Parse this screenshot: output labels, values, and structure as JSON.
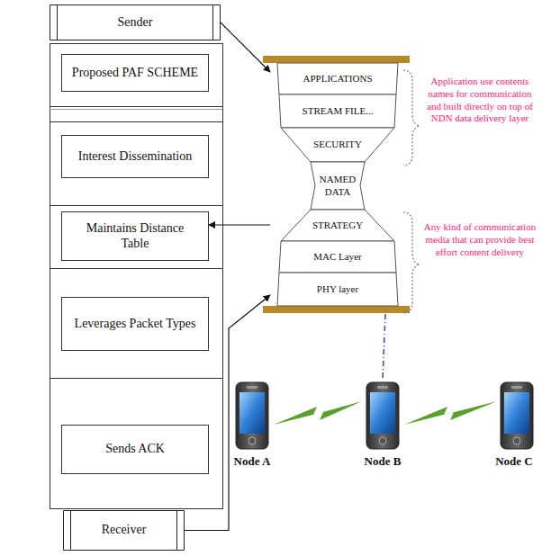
{
  "diagram": {
    "nodes": [
      {
        "text": [
          "Sender"
        ]
      },
      {
        "text": [
          "Proposed PAF SCHEME"
        ]
      },
      {
        "text": [
          "Interest Dissemination"
        ]
      },
      {
        "text": [
          "Maintains Distance Table"
        ]
      },
      {
        "text": [
          "Leverages Packet Types"
        ]
      },
      {
        "text": [
          "Sends ACK"
        ]
      },
      {
        "text": [
          "Receiver"
        ]
      },
      {
        "text": [
          "APPLICATIONS"
        ]
      },
      {
        "text": [
          "STREAM FILE..."
        ]
      },
      {
        "text": [
          "SECURITY"
        ]
      },
      {
        "text": [
          "NAMED DATA"
        ]
      },
      {
        "text": [
          "STRATEGY"
        ]
      },
      {
        "text": [
          "MAC Layer"
        ]
      },
      {
        "text": [
          "PHY layer"
        ]
      }
    ],
    "edges": [
      {
        "from": 0,
        "to": 7,
        "arrow": "to"
      },
      {
        "from": 11,
        "to": 3,
        "arrow": "to"
      },
      {
        "from": 6,
        "to": 13,
        "arrow": "to"
      }
    ],
    "labels": [
      "Application use contents names for communication and built directly on top of NDN data delivery layer",
      "Any kind of communication media that can provide best effort content delivery",
      "Node A",
      "Node B",
      "Node C"
    ]
  }
}
